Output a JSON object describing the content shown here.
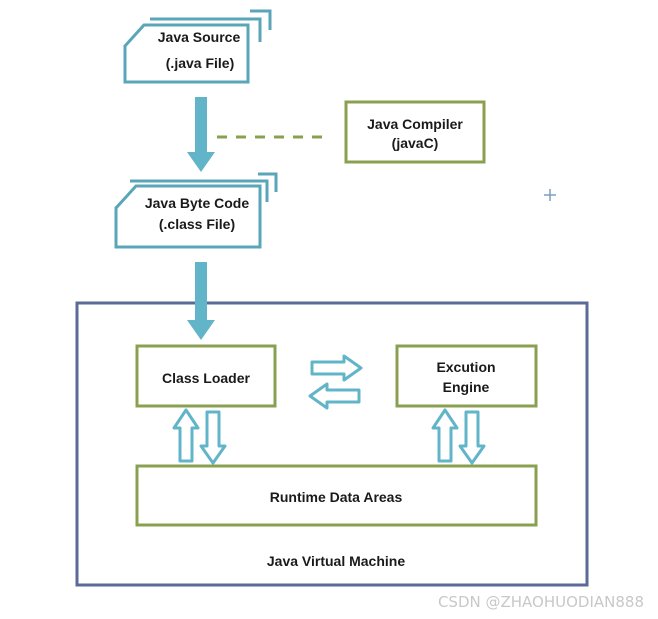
{
  "diagram": {
    "java_source": {
      "line1": "Java Source",
      "line2": "(.java File)"
    },
    "java_compiler": {
      "line1": "Java Compiler",
      "line2": "(javaC)"
    },
    "java_byte_code": {
      "line1": "Java Byte Code",
      "line2": "(.class File)"
    },
    "class_loader": "Class Loader",
    "execution_engine": {
      "line1": "Excution",
      "line2": "Engine"
    },
    "runtime_data_areas": "Runtime Data Areas",
    "jvm_label": "Java Virtual Machine"
  },
  "colors": {
    "doc_border": "#5aa6b8",
    "green_border": "#8aa050",
    "jvm_border": "#5a6b98",
    "arrow_fill": "#62b4c8"
  },
  "watermark": "CSDN @ZHAOHUODIAN888"
}
